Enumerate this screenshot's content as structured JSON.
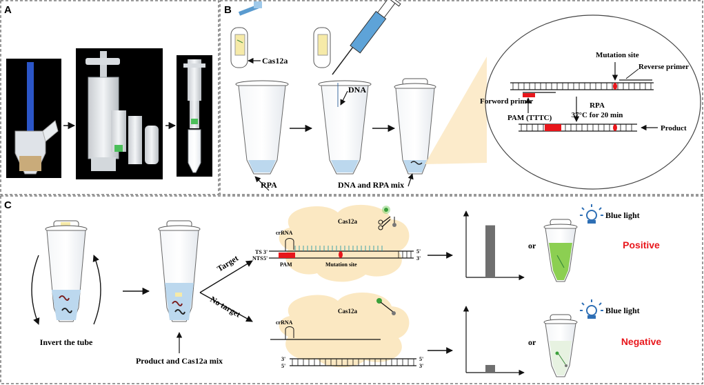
{
  "panels": {
    "a": {
      "letter": "A"
    },
    "b": {
      "letter": "B",
      "cas12a_label": "Cas12a",
      "dna_label": "DNA",
      "rpa_label": "RPA",
      "mix_label": "DNA and RPA mix",
      "zoom": {
        "mutation_site": "Mutation site",
        "reverse_primer": "Reverse primer",
        "forward_primer": "Forword primer",
        "pam": "PAM (TTTC)",
        "rpa": "RPA",
        "condition": "37°C for 20 min",
        "product": "Product"
      }
    },
    "c": {
      "letter": "C",
      "invert_label": "Invert the tube",
      "mix_label": "Product and Cas12a mix",
      "target_label": "Target",
      "no_target_label": "No target",
      "cas12a_top": "Cas12a",
      "cas12a_bottom": "Cas12a",
      "crrna_top": "crRNA",
      "crrna_bottom": "crRNA",
      "ts": "TS",
      "nts": "NTS",
      "pam": "PAM",
      "mutation_site": "Mutation site",
      "three_prime": "3'",
      "five_prime": "5'",
      "blue_light_top": "Blue light",
      "blue_light_bottom": "Blue light",
      "or_top": "or",
      "or_bottom": "or",
      "positive": "Positive",
      "negative": "Negative"
    }
  },
  "signal_bars": {
    "positive_level": 0.82,
    "negative_level": 0.12
  },
  "colors": {
    "liquid": "#bcd8ee",
    "pam_red": "#e8161b",
    "cas_cloud": "#fbe8c2",
    "positive_text": "#e8161b",
    "negative_text": "#e8161b",
    "green_tube": "#8ccf52",
    "light_blue": "#2e6fb5",
    "bar_gray": "#6f6f6f"
  }
}
